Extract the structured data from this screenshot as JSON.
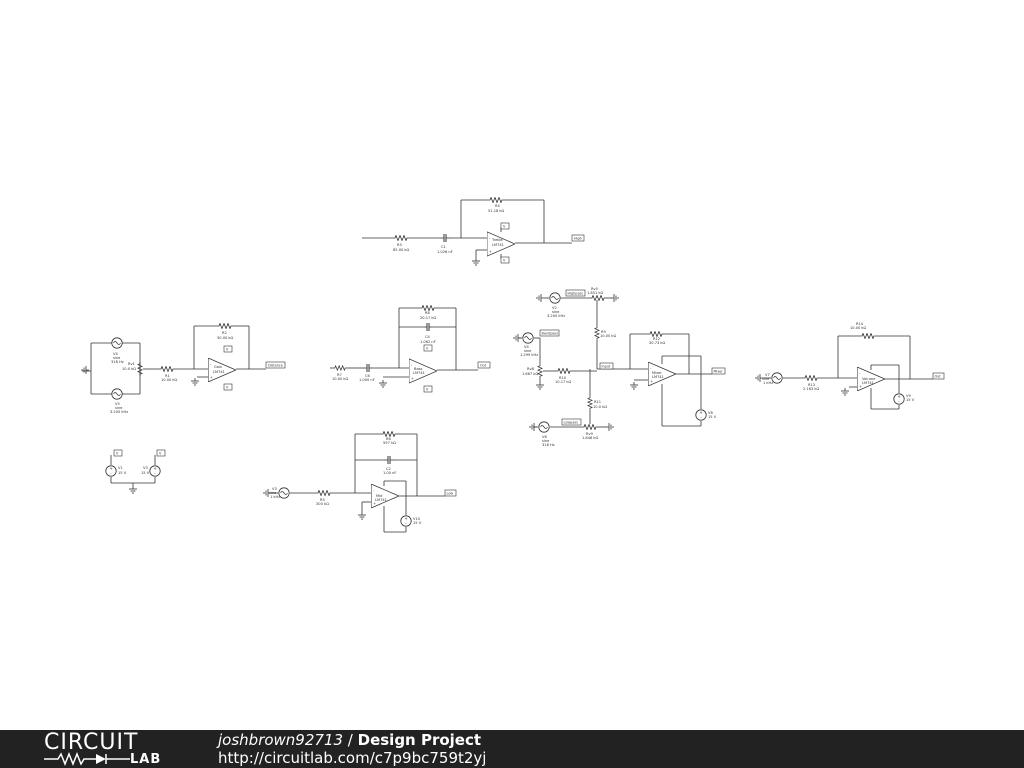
{
  "footer": {
    "logo_top": "CIRCUIT",
    "logo_bottom": "LAB",
    "username": "joshbrown92713",
    "separator": " / ",
    "project": "Design Project",
    "url": "http://circuitlab.com/c7p9bc759t2yj"
  },
  "schematic": {
    "treble": {
      "rf": "R4",
      "rf_val": "51.18 kΩ",
      "rin": "R3",
      "rin_val": "85.00 kΩ",
      "cap": "C1",
      "cap_val": "1.026 nF",
      "opamp": "Treble",
      "opamp_model": "LM741",
      "tag_out": "High",
      "tag_v1": "V",
      "tag_v2": "V"
    },
    "gain": {
      "src1": "V4",
      "src1_type": "sine",
      "src1_val": "318 Hz",
      "src2": "V5",
      "src2_type": "sine",
      "src2_val": "3.205 kHz",
      "pot": "Rv1",
      "pot_val": "10.0 kΩ",
      "rin": "R1",
      "rin_val": "10.00 kΩ",
      "rf": "R2",
      "rf_val": "30.00 kΩ",
      "opamp": "Gain",
      "opamp_model": "LM741",
      "tag_out": "Distance",
      "tag_v1": "V",
      "tag_v2": "V"
    },
    "bass": {
      "rin": "R7",
      "rin_val": "10.00 kΩ",
      "cin": "C6",
      "cin_val": "1.000 nF",
      "rf": "R8",
      "rf_val": "20.17 kΩ",
      "cf": "C4",
      "cf_val": "1.062 nF",
      "opamp": "Bass",
      "opamp_model": "LM741",
      "tag_out": "Out",
      "tag_v1": "V",
      "tag_v2": "V"
    },
    "mixer": {
      "src_hi": "V2",
      "src_hi_type": "sine",
      "src_hi_val": "3.200 kHz",
      "src_bp": "V4",
      "src_bp_type": "sine",
      "src_bp_val": "1.299 kHz",
      "src_lo": "V6",
      "src_lo_type": "sine",
      "src_lo_val": "318 Hz",
      "pot_hi": "Rv5",
      "pot_hi_val": "1.851 kΩ",
      "pot_bp": "Rv8",
      "pot_bp_val": "1.667 kΩ",
      "pot_lo": "Rv9",
      "pot_lo_val": "1.848 kΩ",
      "r9": "R9",
      "r9_val": "10.00 kΩ",
      "r10": "R10",
      "r10_val": "10.17 kΩ",
      "r11": "R11",
      "r11_val": "10.0 kΩ",
      "r12": "R12",
      "r12_val": "30.73 kΩ",
      "opamp": "Mixer",
      "opamp_model": "LM741",
      "supply": "V8",
      "supply_val": "15 V",
      "tag_hi": "Highpass",
      "tag_bp": "Bandpass",
      "tag_lo": "Lowpass",
      "tag_in": "Input",
      "tag_out": "Mixer"
    },
    "volume": {
      "src": "V7",
      "src_type": "sine",
      "src_val": "1 kHz",
      "rin": "R13",
      "rin_val": "2.163 kΩ",
      "pot": "R14",
      "pot_val": "10.00 kΩ",
      "opamp": "Volume",
      "opamp_model": "LM741",
      "supply": "V9",
      "supply_val": "15 V",
      "tag_out": "Out"
    },
    "supplies": {
      "v1": "V1",
      "v1_val": "15 V",
      "v3": "V3",
      "v3_val": "15 V",
      "tag1": "V",
      "tag2": "V"
    },
    "mid": {
      "src": "V3",
      "src_type": "sine",
      "src_val": "1 kHz",
      "rin": "R5",
      "rin_val": "300 kΩ",
      "rf": "R6",
      "rf_val": "597 kΩ",
      "cf": "C2",
      "cf_val": "1.00 nF",
      "opamp": "Mid",
      "opamp_model": "LM741",
      "supply": "V10",
      "supply_val": "15 V",
      "tag_out": "Low"
    }
  }
}
